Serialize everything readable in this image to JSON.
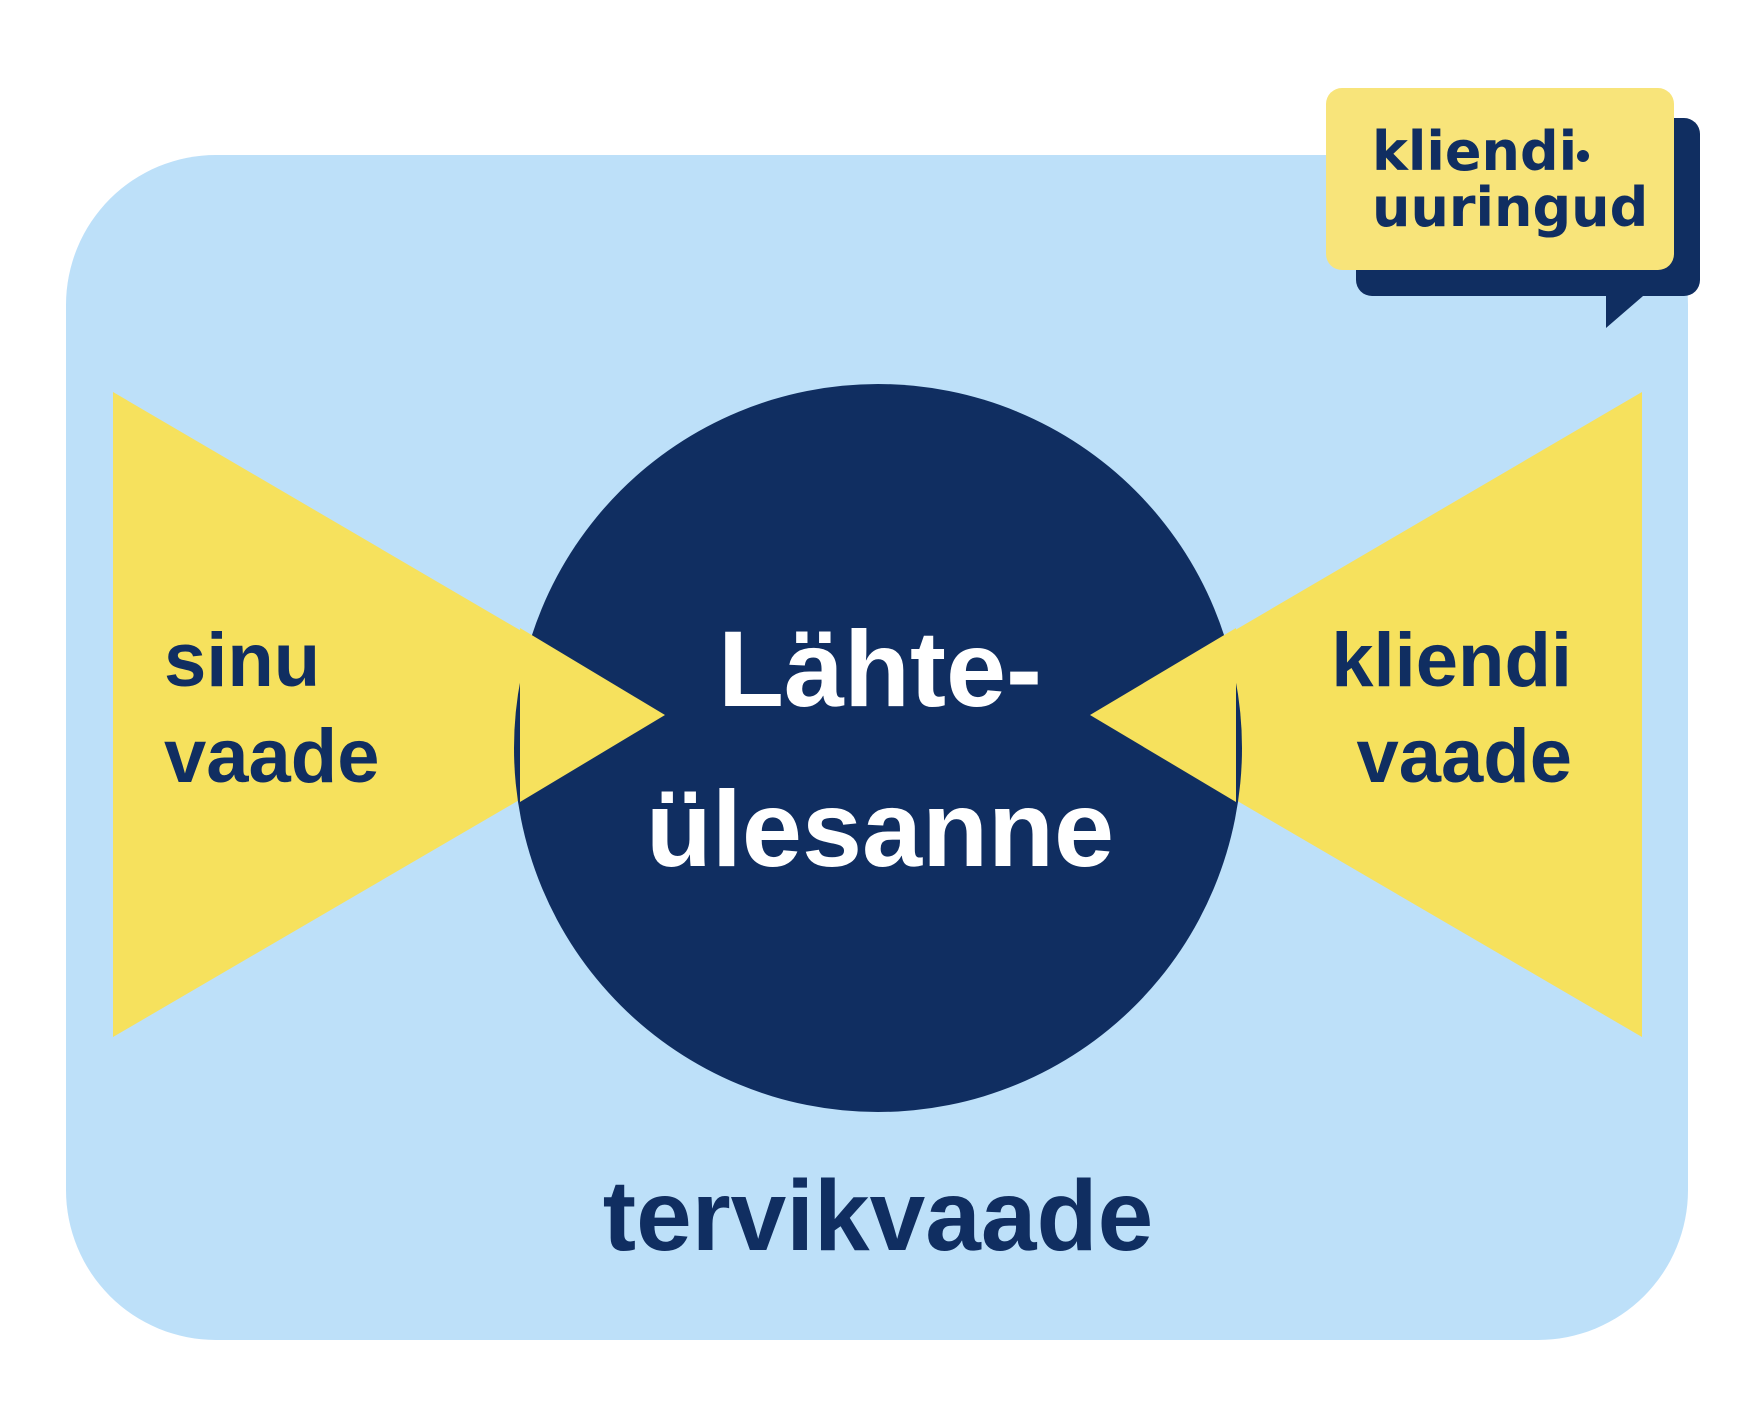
{
  "colors": {
    "background": "#ffffff",
    "panel": "#bde0f9",
    "navy": "#102e61",
    "yellow": "#f6e15d",
    "logo_yellow": "#f8e47a",
    "white": "#ffffff"
  },
  "left": {
    "line1": "sinu",
    "line2": "vaade"
  },
  "right": {
    "line1": "kliendi",
    "line2": "vaade"
  },
  "center": {
    "line1": "Lähte-",
    "line2": "ülesanne"
  },
  "bottom": {
    "label": "tervikvaade"
  },
  "logo": {
    "line1": "kliendi",
    "line2": "uuringud"
  }
}
